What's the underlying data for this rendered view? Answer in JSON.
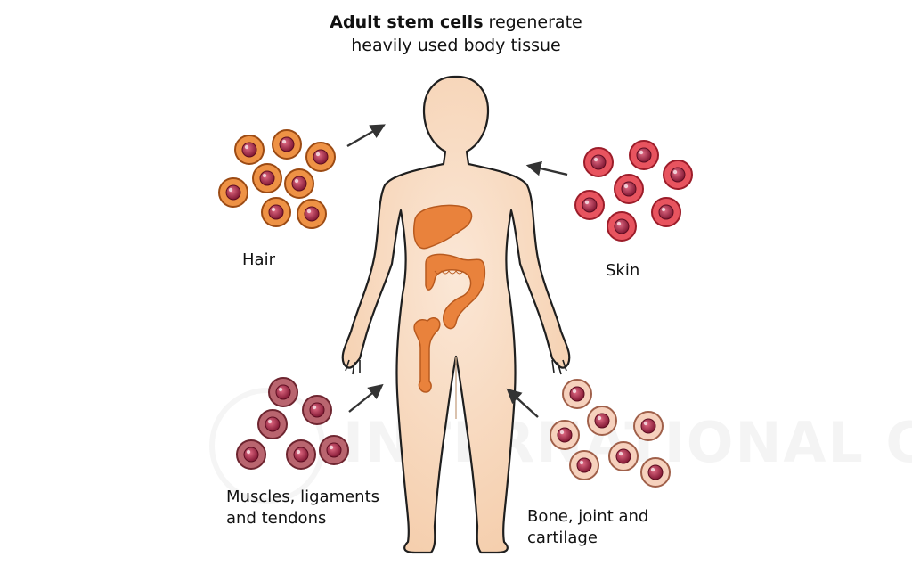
{
  "title": {
    "bold": "Adult stem cells",
    "rest": "regenerate",
    "line2": "heavily used body tissue"
  },
  "labels": {
    "hair": "Hair",
    "skin": "Skin",
    "muscles_line1": "Muscles, ligaments",
    "muscles_line2": "and tendons",
    "bone_line1": "Bone, joint and",
    "bone_line2": "cartilage"
  },
  "watermark": "INTERNATIONAL CLINICS",
  "colors": {
    "hair_cell": "#ee9245",
    "skin_cell": "#e8545f",
    "muscle_cell": "#b9656f",
    "bone_cell": "#f6d1bd",
    "body": "#f6d3b3",
    "organ": "#e9823c",
    "nucleus": "#9c1d3a"
  },
  "icons": [
    "arrow-icon",
    "human-body-icon",
    "liver-icon",
    "intestine-icon",
    "femur-icon",
    "stem-cell-icon"
  ]
}
